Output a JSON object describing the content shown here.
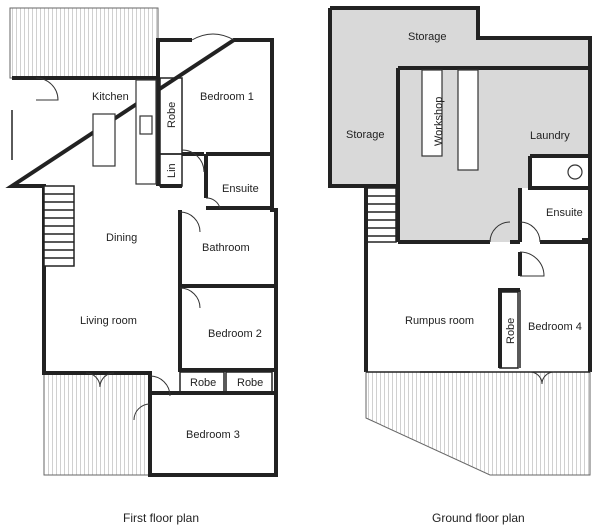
{
  "first_floor": {
    "caption": "First floor plan",
    "rooms": {
      "kitchen": "Kitchen",
      "robe_kitchen": "Robe",
      "lin": "Lin",
      "bedroom1": "Bedroom 1",
      "ensuite": "Ensuite",
      "dining": "Dining",
      "bathroom": "Bathroom",
      "living": "Living room",
      "bedroom2": "Bedroom 2",
      "robe_a": "Robe",
      "robe_b": "Robe",
      "bedroom3": "Bedroom 3"
    }
  },
  "ground_floor": {
    "caption": "Ground floor plan",
    "rooms": {
      "storage_top": "Storage",
      "storage_left": "Storage",
      "workshop": "Workshop",
      "laundry": "Laundry",
      "ensuite": "Ensuite",
      "rumpus": "Rumpus room",
      "robe": "Robe",
      "bedroom4": "Bedroom 4"
    }
  },
  "colors": {
    "wall": "#222222",
    "storage_fill": "#d9d9d9",
    "deck_hatch": "#8a8a8a"
  }
}
